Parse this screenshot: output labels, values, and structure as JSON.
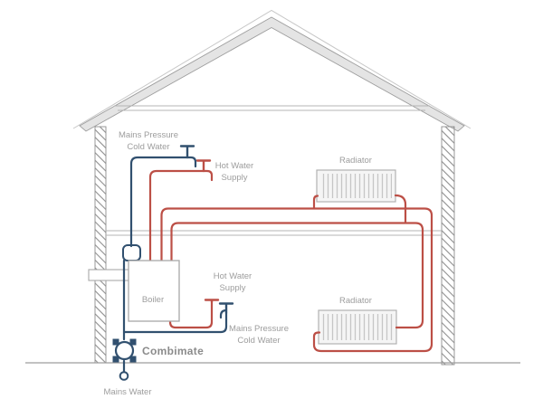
{
  "diagram": {
    "type": "plumbing-heating-schematic",
    "labels": {
      "cold_upper": {
        "line1": "Mains Pressure",
        "line2": "Cold Water"
      },
      "hot_upper": {
        "line1": "Hot Water",
        "line2": "Supply"
      },
      "radiator_upper": "Radiator",
      "radiator_lower": "Radiator",
      "boiler": "Boiler",
      "hot_lower": {
        "line1": "Hot Water",
        "line2": "Supply"
      },
      "cold_lower": {
        "line1": "Mains Pressure",
        "line2": "Cold Water"
      },
      "combimate": "Combimate",
      "mains_water": "Mains Water"
    },
    "colors": {
      "cold_water_pipe": "#31506f",
      "hot_water_pipe": "#bc4f46",
      "label_text": "#9d9d9d",
      "combimate_text": "#8b8b8b",
      "structure_gray": "#a8a8a8",
      "roof_fill": "#e4e4e4",
      "radiator_fill": "#f5f5f5"
    }
  }
}
